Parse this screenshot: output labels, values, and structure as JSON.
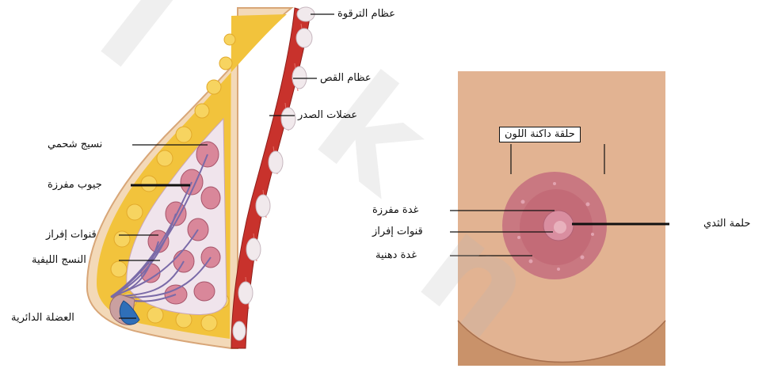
{
  "left_panel": {
    "labels": {
      "clavicle": "عظام الترقوة",
      "sternum": "عظام القص",
      "chest_muscles": "عضلات الصدر",
      "fatty_tissue": "نسيج شحمي",
      "lobules": "جيوب مفرزة",
      "ducts": "قنوات إفراز",
      "fibrous_tissue": "النسج الليفية",
      "circular_muscle": "العضلة الدائرية"
    }
  },
  "right_panel": {
    "labels": {
      "areola": "حلقة داكنة اللون",
      "nipple": "حلمة الثدي",
      "secretory_gland": "غدة مفرزة",
      "ducts": "قنوات إفراز",
      "sebaceous_gland": "غدة دهنية"
    }
  },
  "watermark": {
    "letters": [
      "I",
      "k",
      "n"
    ]
  },
  "colors": {
    "fat": "#f2c33c",
    "muscle": "#c8322c",
    "lobule": "#d9879a",
    "skin": "#e2b392",
    "areola": "#c46d7e",
    "circular_muscle": "#2f6fb8"
  }
}
